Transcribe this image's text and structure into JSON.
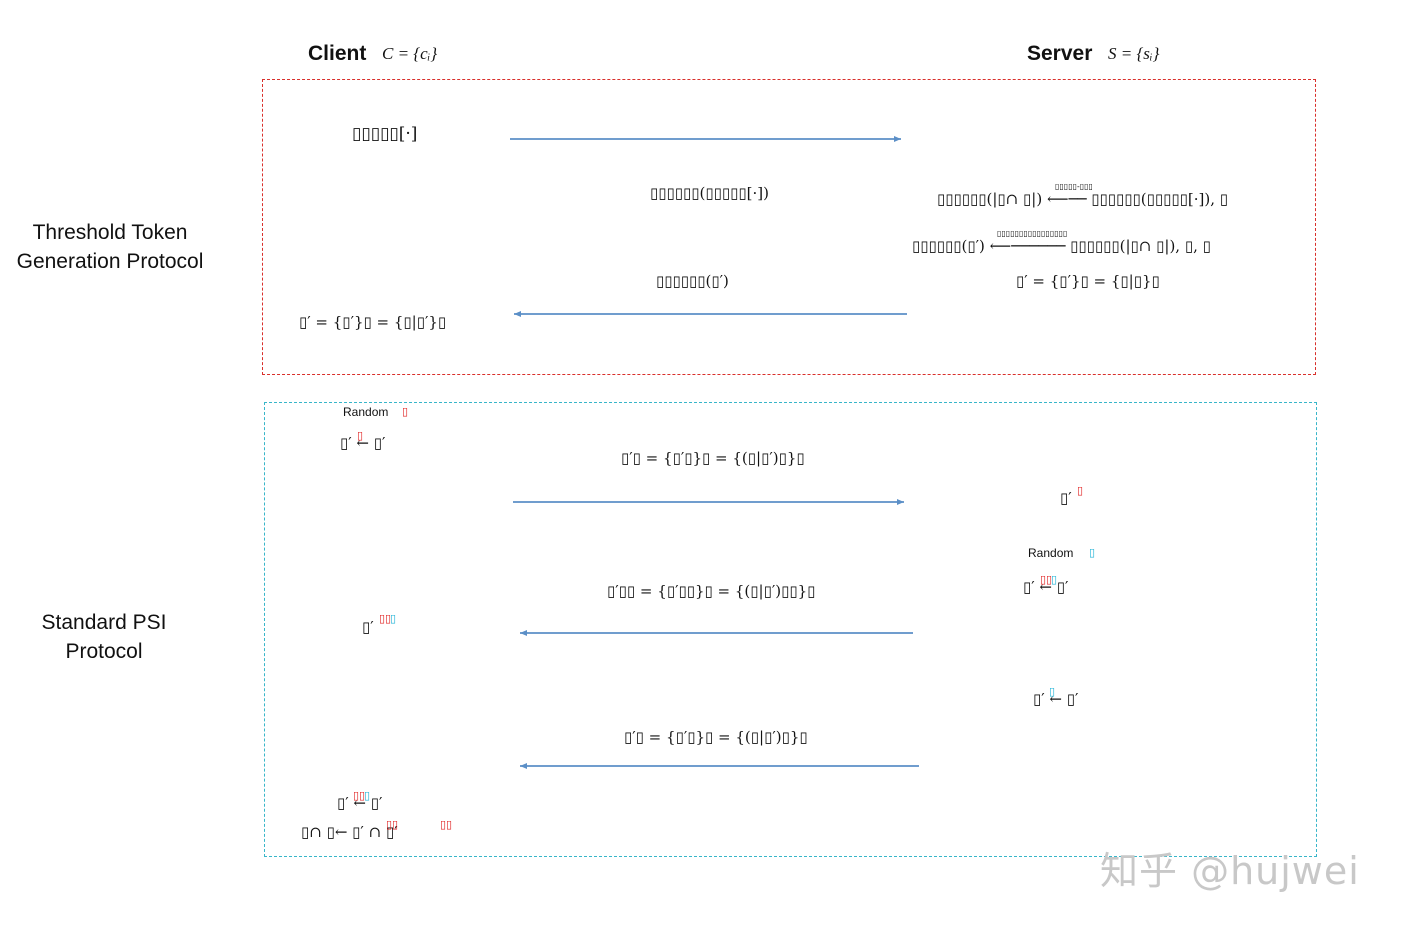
{
  "headers": {
    "client_label": "Client",
    "client_set": "C = {cᵢ}",
    "server_label": "Server",
    "server_set": "S = {sᵢ}"
  },
  "phases": {
    "threshold_line1": "Threshold Token",
    "threshold_line2": "Generation Protocol",
    "psi_line1": "Standard PSI",
    "psi_line2": "Protocol"
  },
  "threshold": {
    "client_key": "▯▯▯▯▯[·]",
    "msg_to_server": "▯▯▯▯▯▯(▯▯▯▯▯[·])",
    "server_eq1_over": "▯▯▯▯▯-▯▯▯",
    "server_eq1": "▯▯▯▯▯▯(|▯∩ ▯|) ⟵── ▯▯▯▯▯▯(▯▯▯▯▯[·]), ▯",
    "server_eq2_over": "▯▯▯▯▯▯▯▯▯▯▯▯▯▯▯▯",
    "server_eq2": "▯▯▯▯▯▯(▯′) ⟵────── ▯▯▯▯▯▯(|▯∩ ▯|), ▯, ▯",
    "server_eq3": "▯′ = {▯′}▯ = {▯|▯}▯",
    "msg_to_client": "▯▯▯▯▯▯(▯′)",
    "client_result": "▯′ = {▯′}▯ = {▯|▯′}▯"
  },
  "psi": {
    "client_random": "Random",
    "client_random_sym": "▯",
    "client_mask": "▯′ ← ▯′",
    "client_mask_sup": "▯",
    "msg1": "▯′▯ = {▯′▯}▯ = {(▯|▯′)▯}▯",
    "server_recv": "▯′",
    "server_recv_sup": "▯",
    "server_random": "Random",
    "server_random_sym": "▯",
    "server_mask": "▯′ ← ▯′",
    "server_mask_sup_red": "▯▯",
    "server_mask_sup_blue": "▯",
    "msg2": "▯′▯▯ = {▯′▯▯}▯ = {(▯|▯′)▯▯}▯",
    "client_recv2": "▯′",
    "client_recv2_sup_red": "▯▯",
    "client_recv2_sup_blue": "▯",
    "server_self": "▯′ ← ▯′",
    "server_self_sup": "▯",
    "msg3": "▯′▯ = {▯′▯}▯ = {(▯|▯′)▯}▯",
    "client_final1": "▯′ ← ▯′",
    "client_final1_sup_red": "▯▯",
    "client_final1_sup_blue": "▯",
    "client_final2": "▯∩ ▯← ▯′ ∩ ▯′",
    "client_final2_sup_a": "▯▯",
    "client_final2_sup_b": "▯▯"
  },
  "watermark": "知乎 @hujwei",
  "colors": {
    "red_box": "#d9302c",
    "blue_box": "#38b6c9",
    "arrow": "#5b8fc7"
  }
}
